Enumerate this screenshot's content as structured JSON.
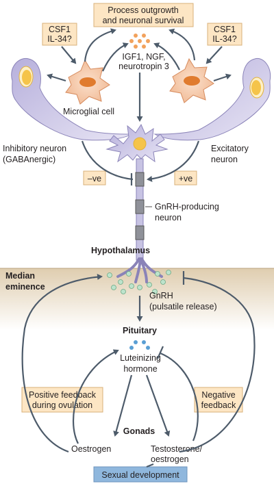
{
  "labels": {
    "process_box": [
      "Process outgrowth",
      "and neuronal survival"
    ],
    "csf_left": [
      "CSF1",
      "IL-34?"
    ],
    "csf_right": [
      "CSF1",
      "IL-34?"
    ],
    "factors": [
      "IGF1, NGF,",
      "neurotropin 3"
    ],
    "microglial_cell": "Microglial cell",
    "inhibitory_neuron": [
      "Inhibitory neuron",
      "(GABAnergic)"
    ],
    "excitatory_neuron": [
      "Excitatory",
      "neuron"
    ],
    "minus_ve": "–ve",
    "plus_ve": "+ve",
    "gnrh_neuron": [
      "GnRH-producing",
      "neuron"
    ],
    "hypothalamus": "Hypothalamus",
    "median_eminence": [
      "Median",
      "eminence"
    ],
    "gnrh_release": [
      "GnRH",
      "(pulsatile release)"
    ],
    "pituitary": "Pituitary",
    "luteinizing": [
      "Luteinizing",
      "hormone"
    ],
    "positive_feedback": [
      "Positive feedback",
      "during ovulation"
    ],
    "negative_feedback": [
      "Negative",
      "feedback"
    ],
    "gonads": "Gonads",
    "oestrogen": "Oestrogen",
    "testosterone": [
      "Testosterone/",
      "oestrogen"
    ],
    "sexual_development": "Sexual development"
  },
  "colors": {
    "box_fill": "#fde6c4",
    "box_stroke": "#d8b07a",
    "eminence_top": "#e8d9bf",
    "arrow": "#4d5b6a",
    "microglia": "#f3c7a4",
    "microglia_nucleus": "#e07b2e",
    "neuron_fill": "#c7c3e3",
    "neuron_stroke": "#8a83b8",
    "nucleus_yellow": "#f5c44a",
    "green_dot": "#bde3cc",
    "blue_dot": "#5a9fd4",
    "orange_dot": "#f2a25c",
    "sexual_box": "#8fb7dd"
  }
}
